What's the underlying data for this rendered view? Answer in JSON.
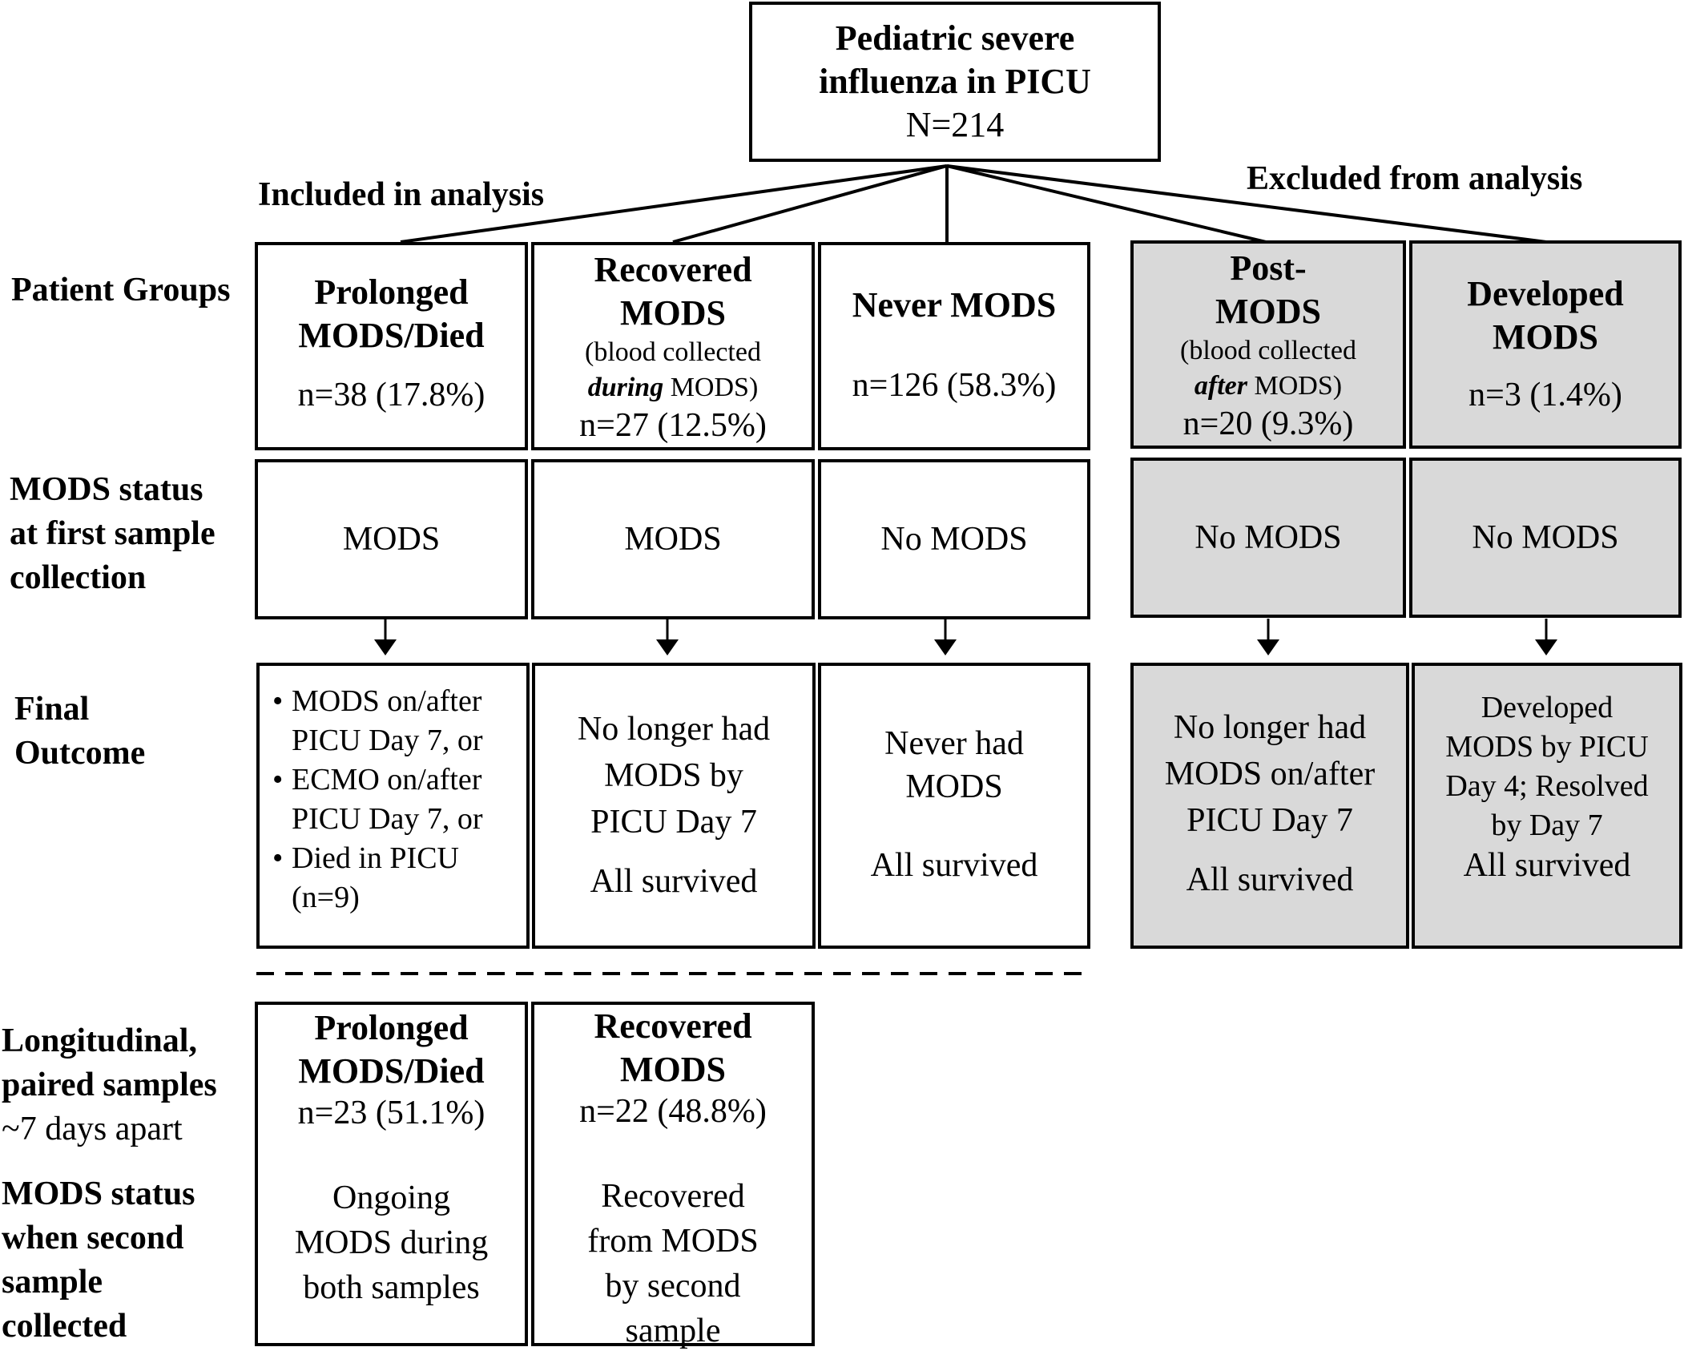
{
  "root": {
    "title_line1": "Pediatric severe",
    "title_line2": "influenza in PICU",
    "count": "N=214"
  },
  "headers": {
    "included": "Included in analysis",
    "excluded": "Excluded from analysis"
  },
  "row_labels": {
    "patient_groups": "Patient Groups",
    "mods_status": [
      "MODS status",
      "at first sample",
      "collection"
    ],
    "final_outcome": [
      "Final",
      "Outcome"
    ],
    "longitudinal": [
      "Longitudinal,",
      "paired samples",
      "~7 days apart"
    ],
    "second_status": [
      "MODS status",
      "when second",
      "sample",
      "collected"
    ]
  },
  "groups": [
    {
      "name": [
        "Prolonged",
        "MODS/Died"
      ],
      "count": "n=38 (17.8%)",
      "status": "MODS",
      "outcome_bullets": [
        "MODS on/after PICU Day 7, or",
        "ECMO on/after PICU Day 7, or",
        "Died in PICU (n=9)"
      ]
    },
    {
      "name": [
        "Recovered",
        "MODS"
      ],
      "note_prefix": "(blood collected",
      "note_em": "during",
      "note_suffix": " MODS)",
      "count": "n=27 (12.5%)",
      "status": "MODS",
      "outcome": [
        "No longer had",
        "MODS by",
        "PICU Day 7"
      ],
      "survival": "All survived"
    },
    {
      "name": [
        "Never MODS"
      ],
      "count": "n=126 (58.3%)",
      "status": "No MODS",
      "outcome": [
        "Never had",
        "MODS"
      ],
      "survival": "All survived"
    },
    {
      "name": [
        "Post-",
        "MODS"
      ],
      "note_prefix": "(blood collected",
      "note_em": "after",
      "note_suffix": " MODS)",
      "count": "n=20 (9.3%)",
      "status": "No MODS",
      "outcome": [
        "No longer had",
        "MODS on/after",
        "PICU Day 7"
      ],
      "survival": "All survived"
    },
    {
      "name": [
        "Developed",
        "MODS"
      ],
      "count": "n=3 (1.4%)",
      "status": "No MODS",
      "outcome": [
        "Developed",
        "MODS by PICU",
        "Day 4; Resolved",
        "by Day 7"
      ],
      "survival": "All survived"
    }
  ],
  "longitudinal": [
    {
      "name": [
        "Prolonged",
        "MODS/Died"
      ],
      "count": "n=23 (51.1%)",
      "status": [
        "Ongoing",
        "MODS during",
        "both samples"
      ]
    },
    {
      "name": [
        "Recovered",
        "MODS"
      ],
      "count": "n=22 (48.8%)",
      "status": [
        "Recovered",
        "from MODS",
        "by second",
        "sample"
      ]
    }
  ],
  "colors": {
    "line": "#000000",
    "excluded_fill": "#d9d9d9",
    "included_fill": "#ffffff"
  }
}
